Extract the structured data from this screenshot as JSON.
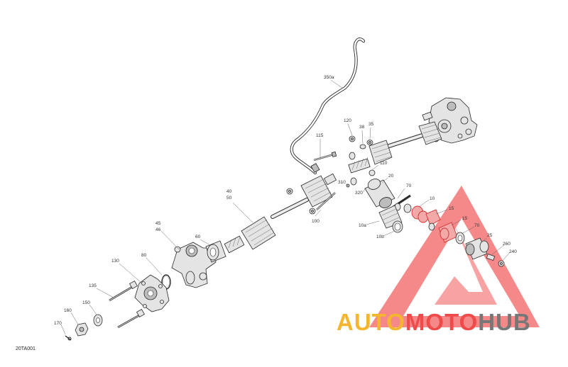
{
  "diagram": {
    "reference_code": "20TA001",
    "callouts": {
      "c350a": "350a",
      "c120": "120",
      "c38": "38",
      "c35": "35",
      "c115": "115",
      "c110": "110",
      "c20": "20",
      "c310": "310",
      "c320": "320",
      "c70a": "70",
      "c10": "10",
      "c15a": "15",
      "c15b": "15",
      "c70b": "70",
      "c25": "25",
      "c260": "260",
      "c240": "240",
      "c10a": "10a",
      "c10b": "10b",
      "c100": "100",
      "c40": "40",
      "c50": "50",
      "c45": "45",
      "c46": "46",
      "c60": "60",
      "c80": "80",
      "c130": "130",
      "c135": "135",
      "c150": "150",
      "c160": "160",
      "c170": "170"
    }
  },
  "watermark": {
    "brand_auto": "AUTO",
    "brand_moto": "MOTO",
    "brand_hub": "HUB",
    "color_auto": "#f5b52e",
    "color_moto": "#ef4b4b",
    "color_hub": "#777777",
    "triangle_color": "#ef3b3b"
  }
}
